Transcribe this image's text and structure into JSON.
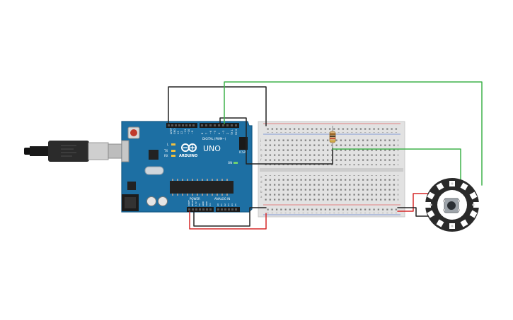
{
  "circuit": {
    "board": {
      "brand": "ARDUINO",
      "model": "UNO",
      "digital_header": "DIGITAL (PWM~)",
      "power_header": "POWER",
      "analog_header": "ANALOG IN",
      "icsp_label": "ICSP",
      "tx_label": "TX",
      "rx_label": "RX",
      "l_label": "L",
      "on_label": "ON",
      "aref_label": "AREF",
      "gnd_label": "GND",
      "digital_pins": [
        "13",
        "12",
        "~11",
        "~10",
        "~9",
        "8",
        "7",
        "~6",
        "~5",
        "4",
        "~3",
        "2",
        "TX 1",
        "RX 0"
      ],
      "power_pins": [
        "IOREF",
        "RESET",
        "3.3V",
        "5V",
        "GND",
        "GND",
        "Vin"
      ],
      "analog_pins": [
        "A0",
        "A1",
        "A2",
        "A3",
        "A4",
        "A5"
      ]
    },
    "breadboard": {
      "row_letters_top": [
        "j",
        "i",
        "h",
        "g",
        "f"
      ],
      "row_letters_bottom": [
        "e",
        "d",
        "c",
        "b",
        "a"
      ]
    },
    "colors": {
      "board": "#1d6fa3",
      "board_dark": "#174f78",
      "wire_green": "#3fb24a",
      "wire_black": "#222222",
      "wire_red": "#d62828",
      "breadboard": "#e2e2e2",
      "ring": "#2a2a2a"
    },
    "components": {
      "usb_cable": "usb-cable-icon",
      "resistor": "resistor-icon",
      "neopixel_ring": "led-ring-icon"
    }
  }
}
